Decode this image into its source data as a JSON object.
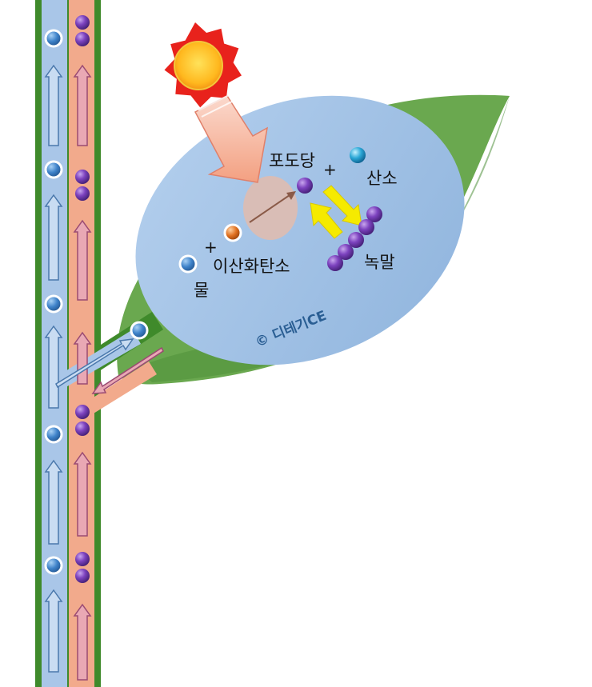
{
  "diagram": {
    "labels": {
      "glucose": "포도당",
      "oxygen": "산소",
      "carbon_dioxide": "이산화탄소",
      "water": "물",
      "starch": "녹말",
      "plus": "+",
      "watermark": "© 디테기CE"
    },
    "colors": {
      "xylem": "#a9c6e8",
      "phloem": "#f2aa8c",
      "stem_edge": "#3f8a2b",
      "leaf": "#6aa84f",
      "leaf_inner": "#9fbfe2",
      "chloroplast": "#d9bdb6",
      "glucose": "#6b36a6",
      "water_molecule": "#3e82c9",
      "carbon_dioxide": "#e07020",
      "oxygen": "#2aa7d6",
      "sun": "#ffb81e",
      "sun_rays": "#e8221c",
      "light_arrow": "#f3a893",
      "conversion_arrow": "#f5ea00"
    },
    "icons": [
      "sun-icon",
      "light-arrow-icon",
      "conversion-arrow-icon"
    ]
  }
}
